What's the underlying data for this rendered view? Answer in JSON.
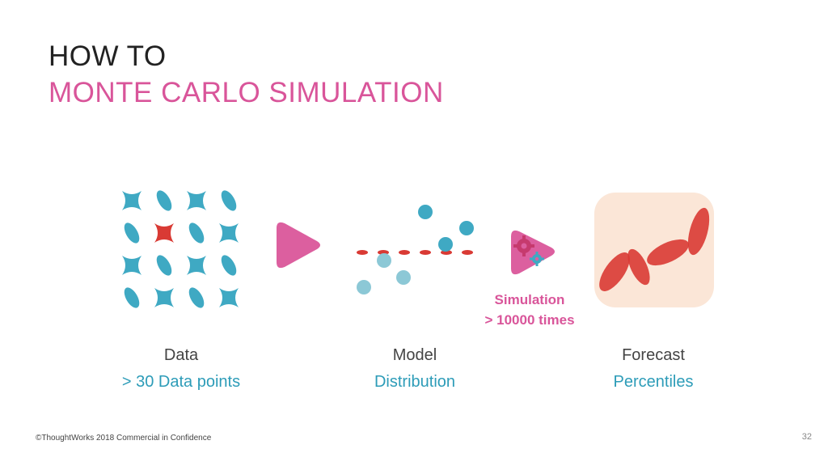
{
  "title": {
    "line1": "HOW TO",
    "line2": "MONTE CARLO SIMULATION"
  },
  "steps": [
    {
      "heading": "Data",
      "subtext": "> 30 Data points"
    },
    {
      "heading": "Model",
      "subtext": "Distribution"
    },
    {
      "heading": "Forecast",
      "subtext": "Percentiles"
    }
  ],
  "simulation": {
    "line1": "Simulation",
    "line2": "> 10000 times"
  },
  "footer": {
    "copyright": "©ThoughtWorks 2018 Commercial in Confidence",
    "page_number": "32"
  },
  "icons": {
    "data_grid": "data-grid-icon",
    "arrow": "play-arrow-icon",
    "distribution": "distribution-icon",
    "gears": "gear-icon",
    "forecast": "forecast-chart-icon"
  },
  "colors": {
    "accent_pink": "#d9559a",
    "teal": "#3fa9c3",
    "red": "#d93a34",
    "subtext_blue": "#2d9cb8",
    "forecast_bg": "#fbe6d7"
  }
}
